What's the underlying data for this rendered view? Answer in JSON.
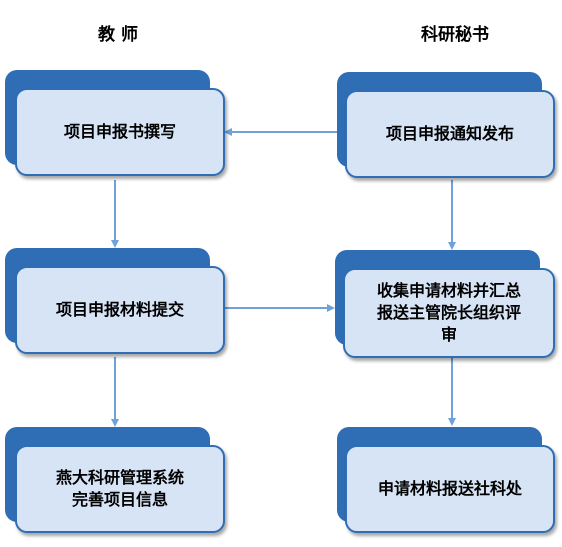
{
  "headers": {
    "left": "教 师",
    "right": "科研秘书"
  },
  "nodes": {
    "t1": "项目申报书撰写",
    "t2": "项目申报材料提交",
    "t3": "燕大科研管理系统\n完善项目信息",
    "s1": "项目申报通知发布",
    "s2": "收集申请材料并汇总\n报送主管院长组织评\n审",
    "s3": "申请材料报送社科处"
  },
  "colors": {
    "box_dark": "#2f6db4",
    "box_light": "#d7e4f5",
    "arrow": "#6fa2d8"
  }
}
